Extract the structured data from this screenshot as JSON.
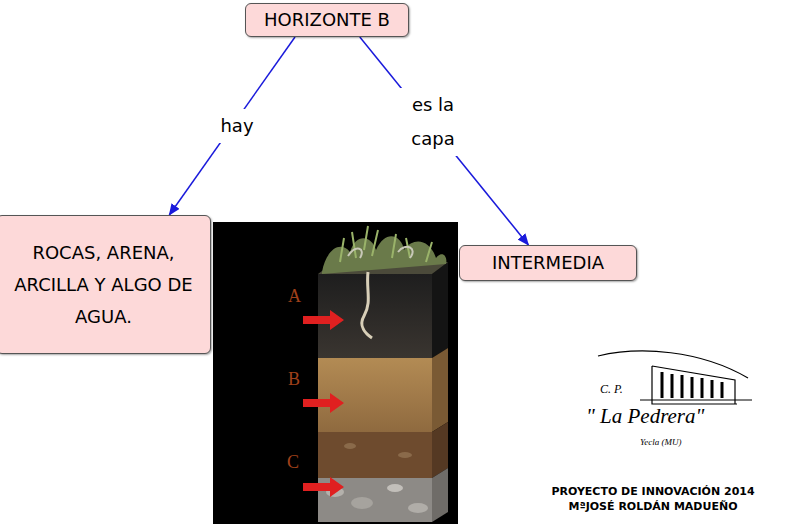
{
  "diagram": {
    "nodes": [
      {
        "text": [
          "HORIZONTE B"
        ]
      },
      {
        "text": [
          "ROCAS, ARENA, ARCILLA Y ALGO DE AGUA."
        ]
      },
      {
        "text": [
          "INTERMEDIA"
        ]
      }
    ],
    "edges": [
      {
        "from": 0,
        "to": 1,
        "label": "hay",
        "arrow": "to"
      },
      {
        "from": 0,
        "to": 2,
        "label": "es la capa",
        "arrow": "to"
      }
    ],
    "labels": [
      "A",
      "B",
      "C",
      "C. P.",
      "\" La Pedrera\"",
      "Yecla (MU)",
      "PROYECTO DE INNOVACIÓN 2014",
      "MªJOSÉ ROLDÁN MADUEÑO"
    ]
  }
}
